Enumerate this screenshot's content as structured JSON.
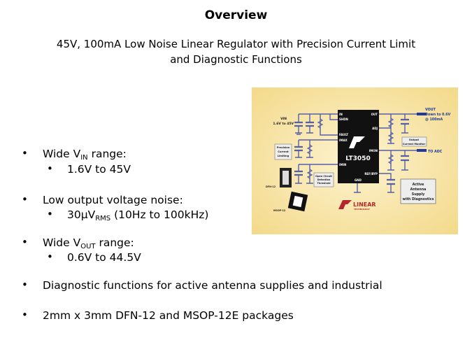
{
  "slide": {
    "title": "Overview",
    "subtitle_line1": "45V, 100mA Low Noise Linear Regulator with Precision Current Limit",
    "subtitle_line2": "and Diagnostic Functions"
  },
  "bullets": [
    {
      "pre": "Wide V",
      "sub": "IN",
      "post": " range:",
      "children": [
        {
          "text": "1.6V to 45V"
        }
      ]
    },
    {
      "pre": "Low output voltage noise:",
      "children": [
        {
          "pre": "30µV",
          "sub": "RMS",
          "post": " (10Hz to 100kHz)"
        }
      ]
    },
    {
      "pre": "Wide V",
      "sub": "OUT",
      "post": " range:",
      "children": [
        {
          "text": "0.6V to 44.5V"
        }
      ]
    },
    {
      "pre": "Diagnostic functions for active antenna supplies and industrial"
    },
    {
      "pre": "2mm x 3mm DFN-12 and MSOP-12E packages"
    }
  ],
  "diagram": {
    "chip_name": "LT3050",
    "pins_left": [
      "IN",
      "SHDN",
      "FAULT",
      "IMAX",
      "IMIN"
    ],
    "pins_right": [
      "OUT",
      "ADJ",
      "IMON",
      "REF/BYP"
    ],
    "pin_gnd": "GND",
    "vin_label": "VIN",
    "vin_range": "1.6V to 45V",
    "vout_label": "VOUT",
    "vout_line2": "Down to 0.6V",
    "vout_line3": "@ 100mA",
    "to_adc": "TO ADC",
    "callout_precision": [
      "Precision",
      "Current",
      "Limiting"
    ],
    "callout_open_circuit": [
      "Open Circuit",
      "Detection",
      "Threshold"
    ],
    "callout_output_monitor": [
      "Output",
      "Current Monitor"
    ],
    "callout_antenna": [
      "Active",
      "Antenna",
      "Supply",
      "with Diagnostics"
    ],
    "pkg_dfn": "DFN-12",
    "pkg_msop": "MSOP-12",
    "logo_text": "LINEAR",
    "logo_sub": "TECHNOLOGY",
    "colors": {
      "background": "#f7e6a8",
      "accent_blue": "#1f3a9a",
      "logo_red": "#b5252b"
    }
  }
}
